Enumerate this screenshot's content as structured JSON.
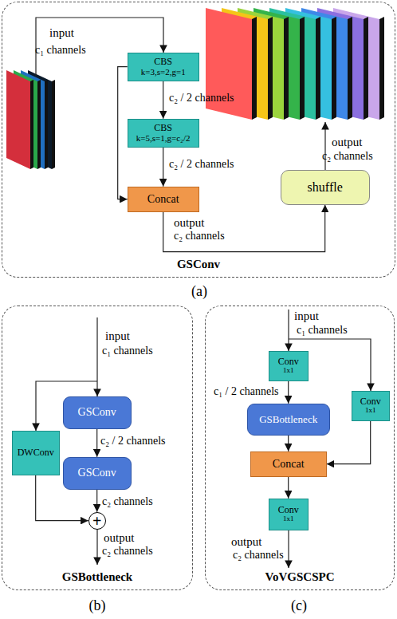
{
  "diagram": {
    "nodes": [
      {
        "text": [
          "GSConv"
        ]
      },
      {
        "text": [
          "CBS",
          "k=3,s=2,g=1"
        ],
        "in": 0
      },
      {
        "text": [
          "CBS",
          "k=5,s=1,g=c₂/2"
        ],
        "in": 0
      },
      {
        "text": [
          "Concat"
        ],
        "in": 0
      },
      {
        "text": [
          "shuffle"
        ],
        "in": 0
      },
      {
        "text": [
          "GSBottleneck"
        ]
      },
      {
        "text": [
          "GSConv"
        ],
        "in": 5
      },
      {
        "text": [
          "GSConv"
        ],
        "in": 5
      },
      {
        "text": [
          "DWConv"
        ],
        "in": 5
      },
      {
        "text": [
          "+"
        ],
        "in": 5
      },
      {
        "text": [
          "VoVGSCSPC"
        ]
      },
      {
        "text": [
          "Conv",
          "1x1"
        ],
        "in": 10
      },
      {
        "text": [
          "GSBottleneck"
        ],
        "in": 10
      },
      {
        "text": [
          "Conv",
          "1x1"
        ],
        "in": 10
      },
      {
        "text": [
          "Concat"
        ],
        "in": 10
      },
      {
        "text": [
          "Conv",
          "1x1"
        ],
        "in": 10
      }
    ],
    "edges": [
      {
        "from": 1,
        "to": 2,
        "arrow": "to"
      },
      {
        "from": 1,
        "to": 3,
        "arrow": "to"
      },
      {
        "from": 2,
        "to": 3,
        "arrow": "to"
      },
      {
        "from": 3,
        "to": 4,
        "arrow": "to"
      },
      {
        "from": 6,
        "to": 7,
        "arrow": "to"
      },
      {
        "from": 7,
        "to": 9,
        "arrow": "to"
      },
      {
        "from": 8,
        "to": 9,
        "arrow": "to"
      },
      {
        "from": 11,
        "to": 12,
        "arrow": "to"
      },
      {
        "from": 12,
        "to": 14,
        "arrow": "to"
      },
      {
        "from": 13,
        "to": 14,
        "arrow": "to"
      },
      {
        "from": 14,
        "to": 15,
        "arrow": "to"
      }
    ],
    "labels": [
      "input",
      "c₁ channels",
      "c₂ / 2 channels",
      "c₂ / 2 channels",
      "output",
      "c₂ channels",
      "output",
      "c₂ channels",
      "(a)",
      "input",
      "c₁ channels",
      "c₂ / 2 channels",
      "c₂ channels",
      "output",
      "c₂ channels",
      "(b)",
      "input",
      "c₁ channels",
      "c₁ / 2 channels",
      "output",
      "c₂ channels",
      "(c)"
    ]
  }
}
